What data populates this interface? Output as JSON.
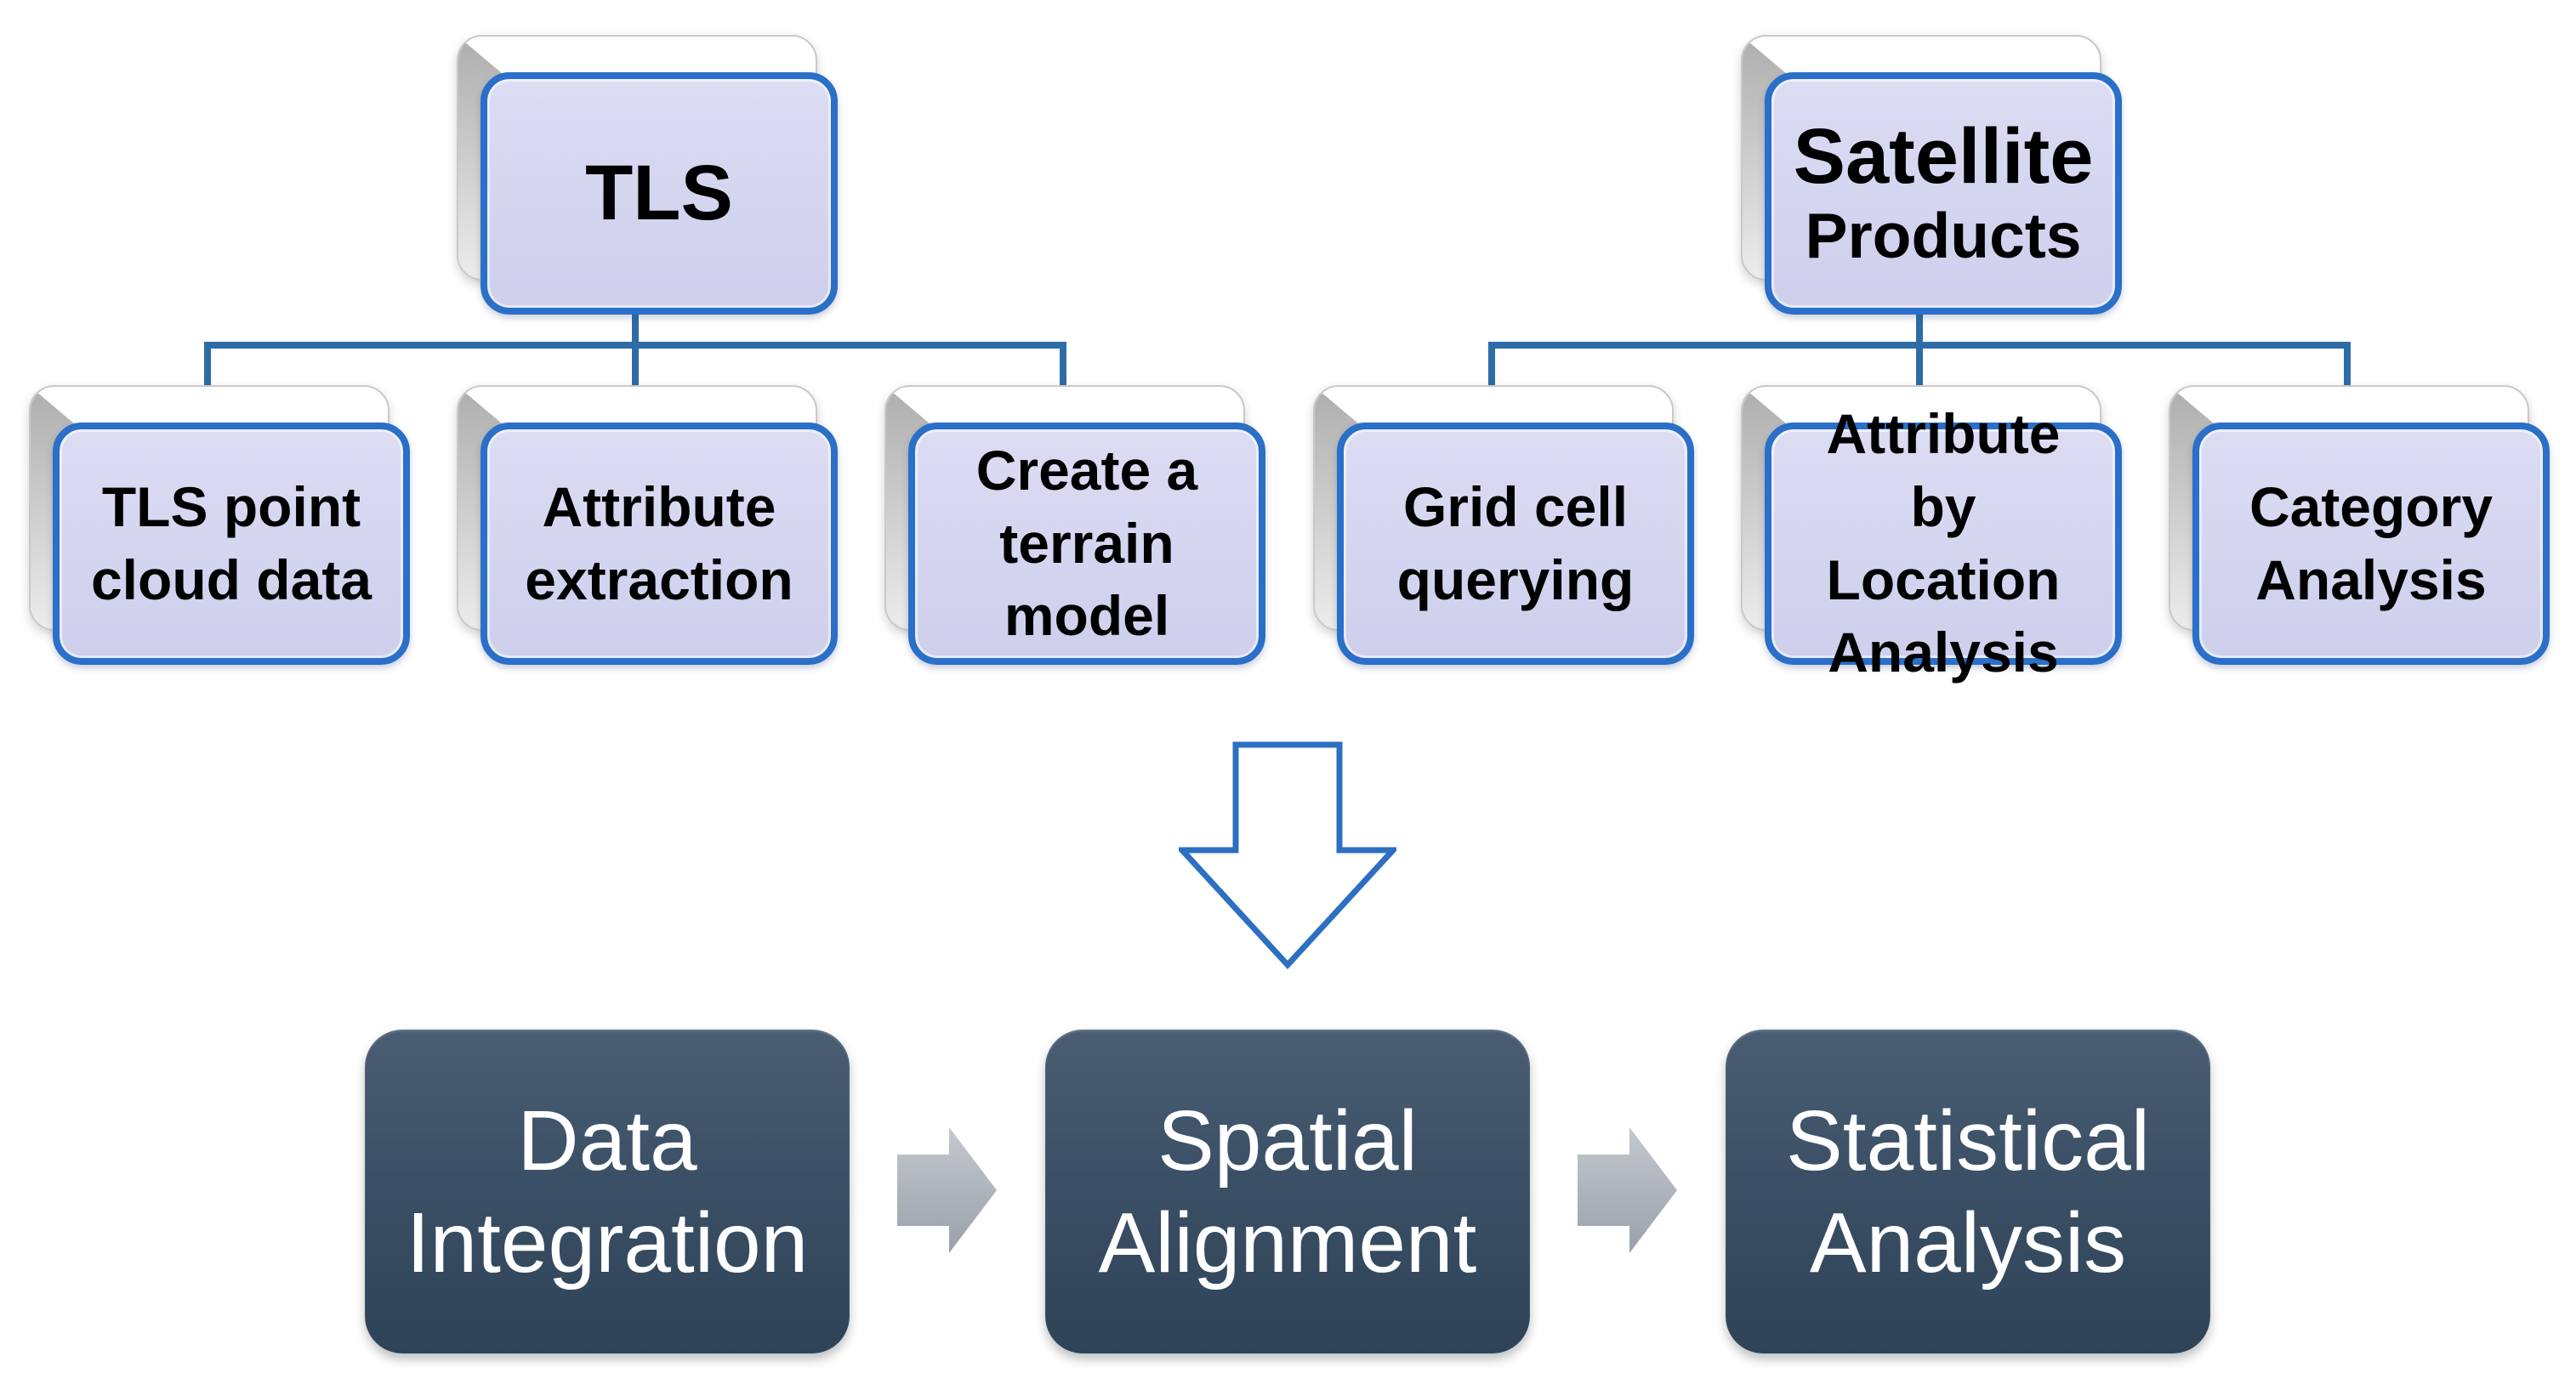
{
  "trees": [
    {
      "parent": {
        "title": "TLS"
      },
      "children": [
        "TLS point cloud data",
        "Attribute extraction",
        "Create a terrain model"
      ]
    },
    {
      "parent": {
        "title": "Satellite",
        "subtitle": "Products"
      },
      "children": [
        "Grid cell querying",
        "Attribute by Location Analysis",
        "Category Analysis"
      ]
    }
  ],
  "flow": {
    "steps": [
      "Data Integration",
      "Spatial Alignment",
      "Statistical Analysis"
    ]
  },
  "icons": {
    "down_arrow_icon": "⇩",
    "right_arrow_icon": "➡"
  },
  "colors": {
    "node-fill-top": "#dcdcf3",
    "node-fill-bottom": "#cdcfec",
    "node-border": "#2a6fc8",
    "node-text": "#000000",
    "connector": "#2e6ca8",
    "backdrop-fill": "#ffffff",
    "backdrop-edge": "#c9c9c9",
    "step-fill-top": "#4a5d72",
    "step-fill-bottom": "#2e4357",
    "step-text": "#ffffff",
    "arrow-gray-top": "#c4c8cf",
    "arrow-gray-bottom": "#9aa1ab",
    "down-arrow-stroke": "#2d6fc0"
  }
}
